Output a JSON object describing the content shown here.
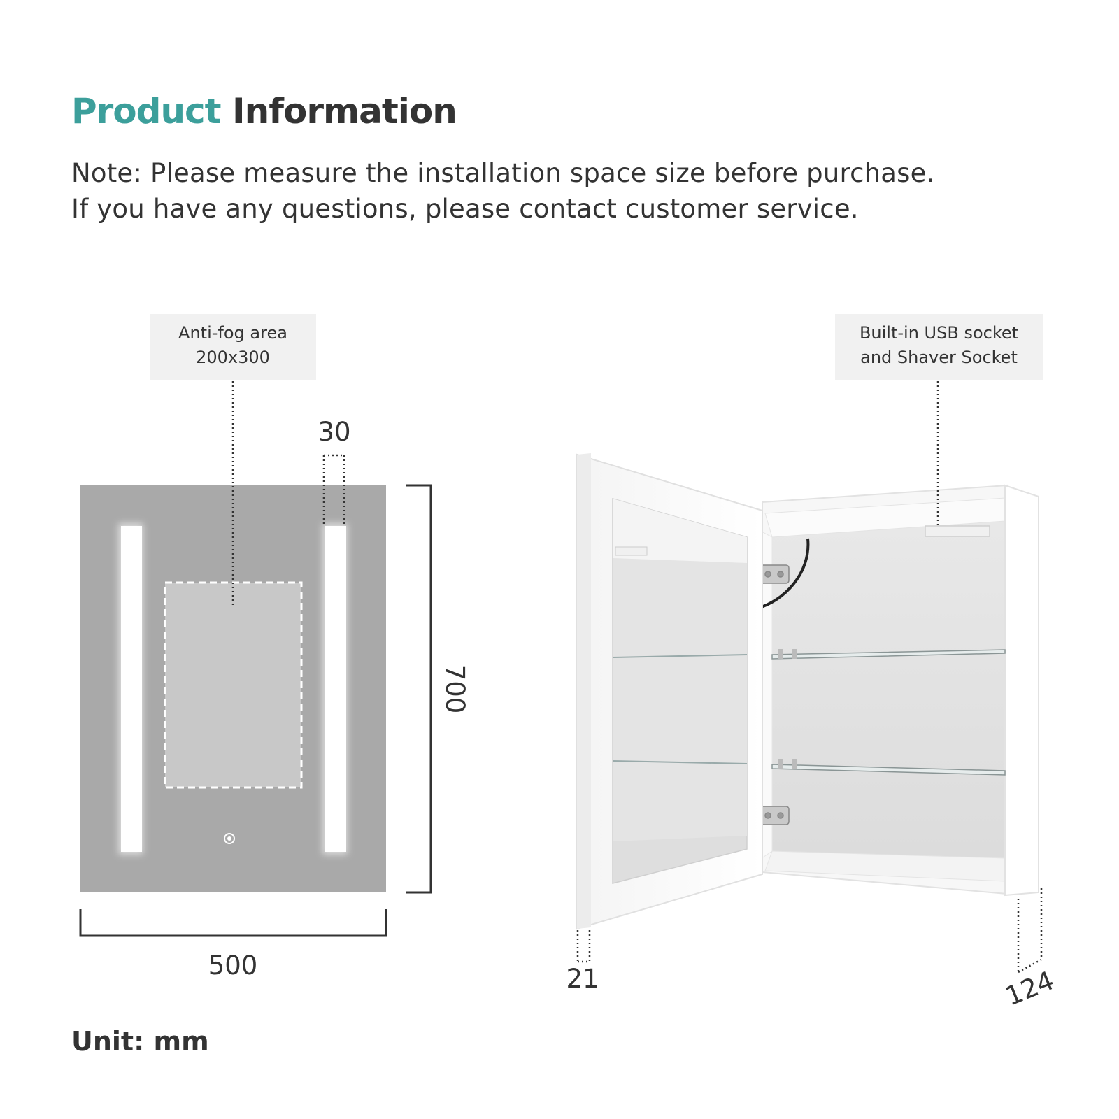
{
  "header": {
    "title_accent": "Product",
    "title_rest": "Information",
    "note_line1": "Note: Please measure the installation space size before purchase.",
    "note_line2": "If you have any questions, please contact customer service."
  },
  "front_view": {
    "antifog_callout_line1": "Anti-fog area",
    "antifog_callout_line2": "200x300",
    "light_strip_width": "30",
    "width": "500",
    "height": "700",
    "touch_button_icon": "power-touch-icon"
  },
  "side_view": {
    "usb_callout_line1": "Built-in USB socket",
    "usb_callout_line2": "and Shaver Socket",
    "door_thickness": "21",
    "cabinet_depth": "124"
  },
  "footer": {
    "unit_label": "Unit: mm"
  },
  "colors": {
    "accent": "#3c9f9b",
    "text": "#333333",
    "mirror": "#a9a9a9",
    "callout_bg": "#f1f1f1"
  }
}
